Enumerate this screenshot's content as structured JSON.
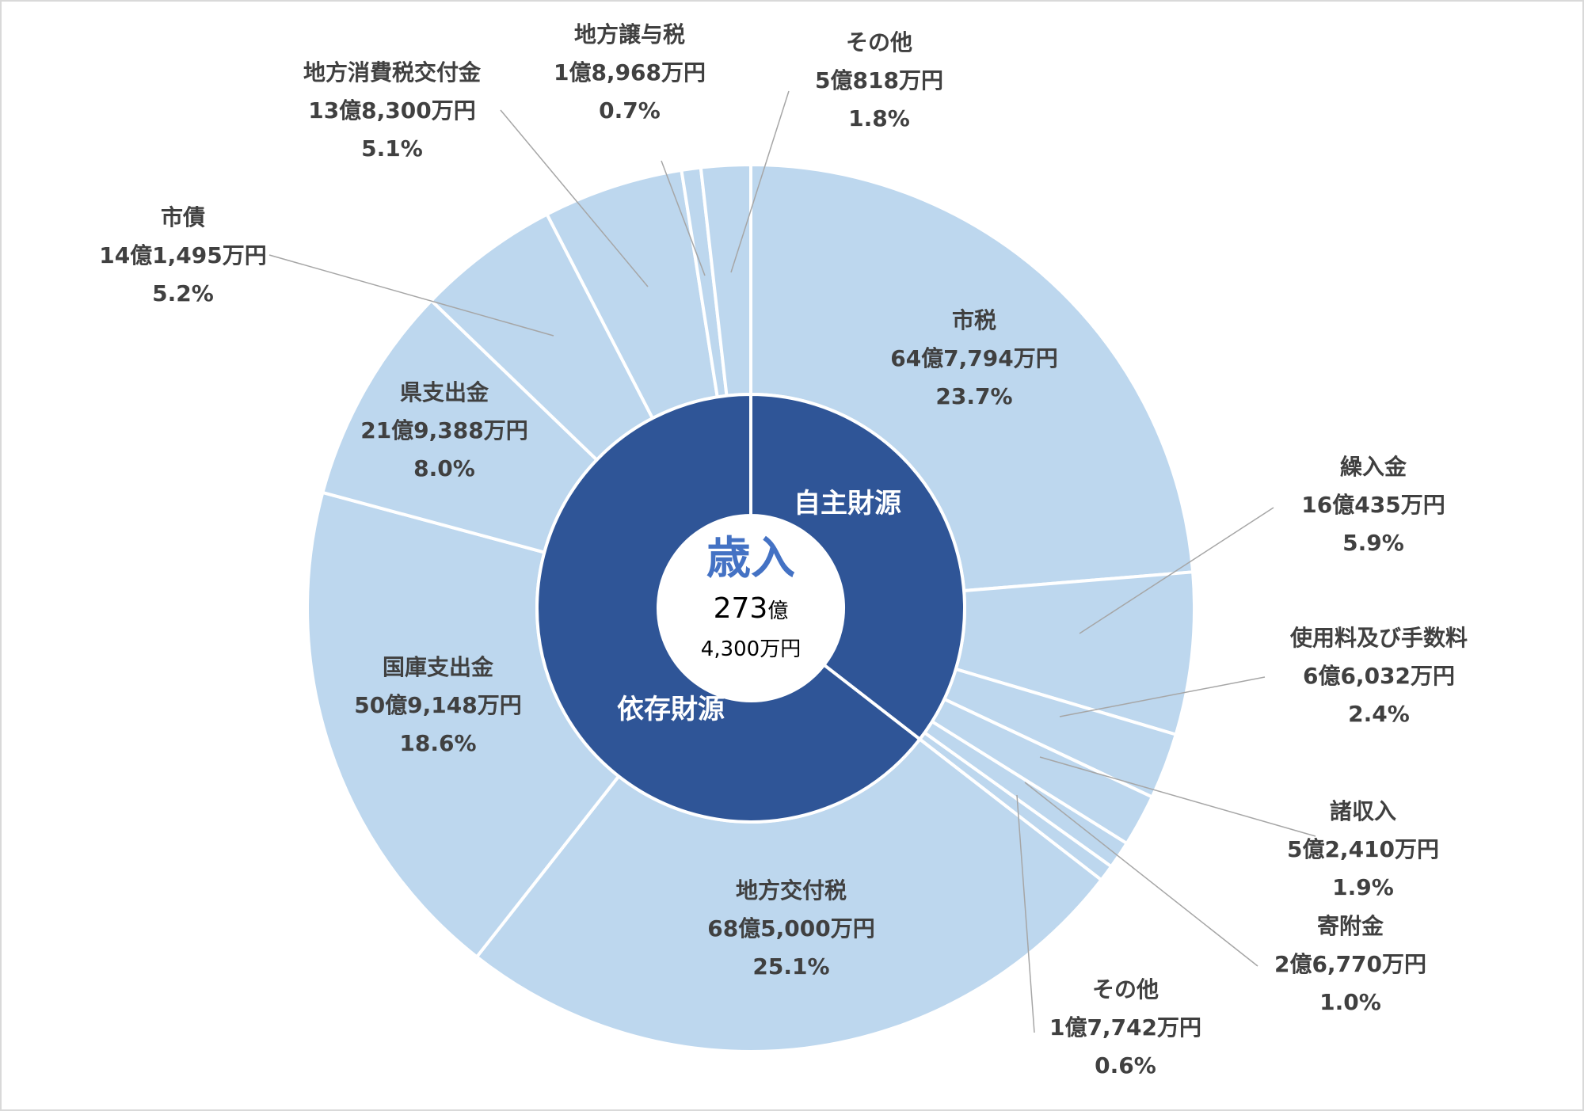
{
  "colors": {
    "outer": "#bdd7ee",
    "inner": "#2f5597",
    "separator": "#ffffff",
    "leader": "#a6a6a6",
    "center_title": "#4472c4"
  },
  "center": {
    "title": "歳入",
    "amount_num": "273",
    "amount_unit": "億",
    "amount_sub": "4,300万円"
  },
  "chart_data": {
    "type": "pie",
    "total": "273億4,300万円",
    "outer_ring": [
      {
        "name": "市税",
        "amount": "64億7,794万円",
        "percent": "23.7%",
        "value": 23.7
      },
      {
        "name": "繰入金",
        "amount": "16億435万円",
        "percent": "5.9%",
        "value": 5.9
      },
      {
        "name": "使用料及び手数料",
        "amount": "6億6,032万円",
        "percent": "2.4%",
        "value": 2.4
      },
      {
        "name": "諸収入",
        "amount": "5億2,410万円",
        "percent": "1.9%",
        "value": 1.9
      },
      {
        "name": "寄附金",
        "amount": "2億6,770万円",
        "percent": "1.0%",
        "value": 1.0
      },
      {
        "name": "その他",
        "amount": "1億7,742万円",
        "percent": "0.6%",
        "value": 0.6
      },
      {
        "name": "地方交付税",
        "amount": "68億5,000万円",
        "percent": "25.1%",
        "value": 25.1
      },
      {
        "name": "国庫支出金",
        "amount": "50億9,148万円",
        "percent": "18.6%",
        "value": 18.6
      },
      {
        "name": "県支出金",
        "amount": "21億9,388万円",
        "percent": "8.0%",
        "value": 8.0
      },
      {
        "name": "市債",
        "amount": "14億1,495万円",
        "percent": "5.2%",
        "value": 5.2
      },
      {
        "name": "地方消費税交付金",
        "amount": "13億8,300万円",
        "percent": "5.1%",
        "value": 5.1
      },
      {
        "name": "地方譲与税",
        "amount": "1億8,968万円",
        "percent": "0.7%",
        "value": 0.7
      },
      {
        "name": "その他",
        "amount": "5億818万円",
        "percent": "1.8%",
        "value": 1.8
      }
    ],
    "inner_ring": [
      {
        "name": "自主財源",
        "value": 35.5
      },
      {
        "name": "依存財源",
        "value": 64.5
      }
    ]
  }
}
